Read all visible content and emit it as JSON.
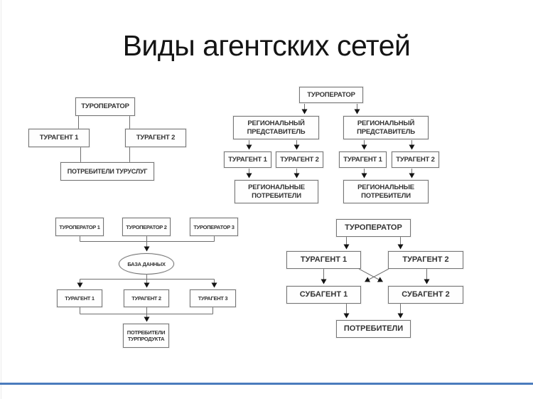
{
  "slide": {
    "title": "Виды агентских сетей",
    "background_color": "#ffffff",
    "accent_line_color": "#4a7bbd",
    "box_border_color": "#757575",
    "box_text_color": "#333333",
    "arrow_color": "#141414"
  },
  "diagram_simple": {
    "turoperator": "ТУРОПЕРАТОР",
    "turagent1": "ТУРАГЕНТ 1",
    "turagent2": "ТУРАГЕНТ 2",
    "potrebiteli": "ПОТРЕБИТЕЛИ ТУРУСЛУГ"
  },
  "diagram_regional": {
    "turoperator": "ТУРОПЕРАТОР",
    "reg_predstavitel_left": "РЕГИОНАЛЬНЫЙ ПРЕДСТАВИТЕЛЬ",
    "reg_predstavitel_right": "РЕГИОНАЛЬНЫЙ ПРЕДСТАВИТЕЛЬ",
    "turagent_left_1": "ТУРАГЕНТ 1",
    "turagent_left_2": "ТУРАГЕНТ 2",
    "turagent_right_1": "ТУРАГЕНТ 1",
    "turagent_right_2": "ТУРАГЕНТ 2",
    "potrebiteli_left": "РЕГИОНАЛЬНЫЕ ПОТРЕБИТЕЛИ",
    "potrebiteli_right": "РЕГИОНАЛЬНЫЕ ПОТРЕБИТЕЛИ"
  },
  "diagram_database": {
    "turoperator1": "ТУРОПЕРАТОР 1",
    "turoperator2": "ТУРОПЕРАТОР 2",
    "turoperator3": "ТУРОПЕРАТОР 3",
    "baza_dannyh": "БАЗА ДАННЫХ",
    "turagent1": "ТУРАГЕНТ 1",
    "turagent2": "ТУРАГЕНТ 2",
    "turagent3": "ТУРАГЕНТ 3",
    "potrebiteli": "ПОТРЕБИТЕЛИ ТУРПРОДУКТА"
  },
  "diagram_subagent": {
    "turoperator": "ТУРОПЕРАТОР",
    "turagent1": "ТУРАГЕНТ 1",
    "turagent2": "ТУРАГЕНТ 2",
    "subagent1": "СУБАГЕНТ 1",
    "subagent2": "СУБАГЕНТ 2",
    "potrebiteli": "ПОТРЕБИТЕЛИ"
  }
}
